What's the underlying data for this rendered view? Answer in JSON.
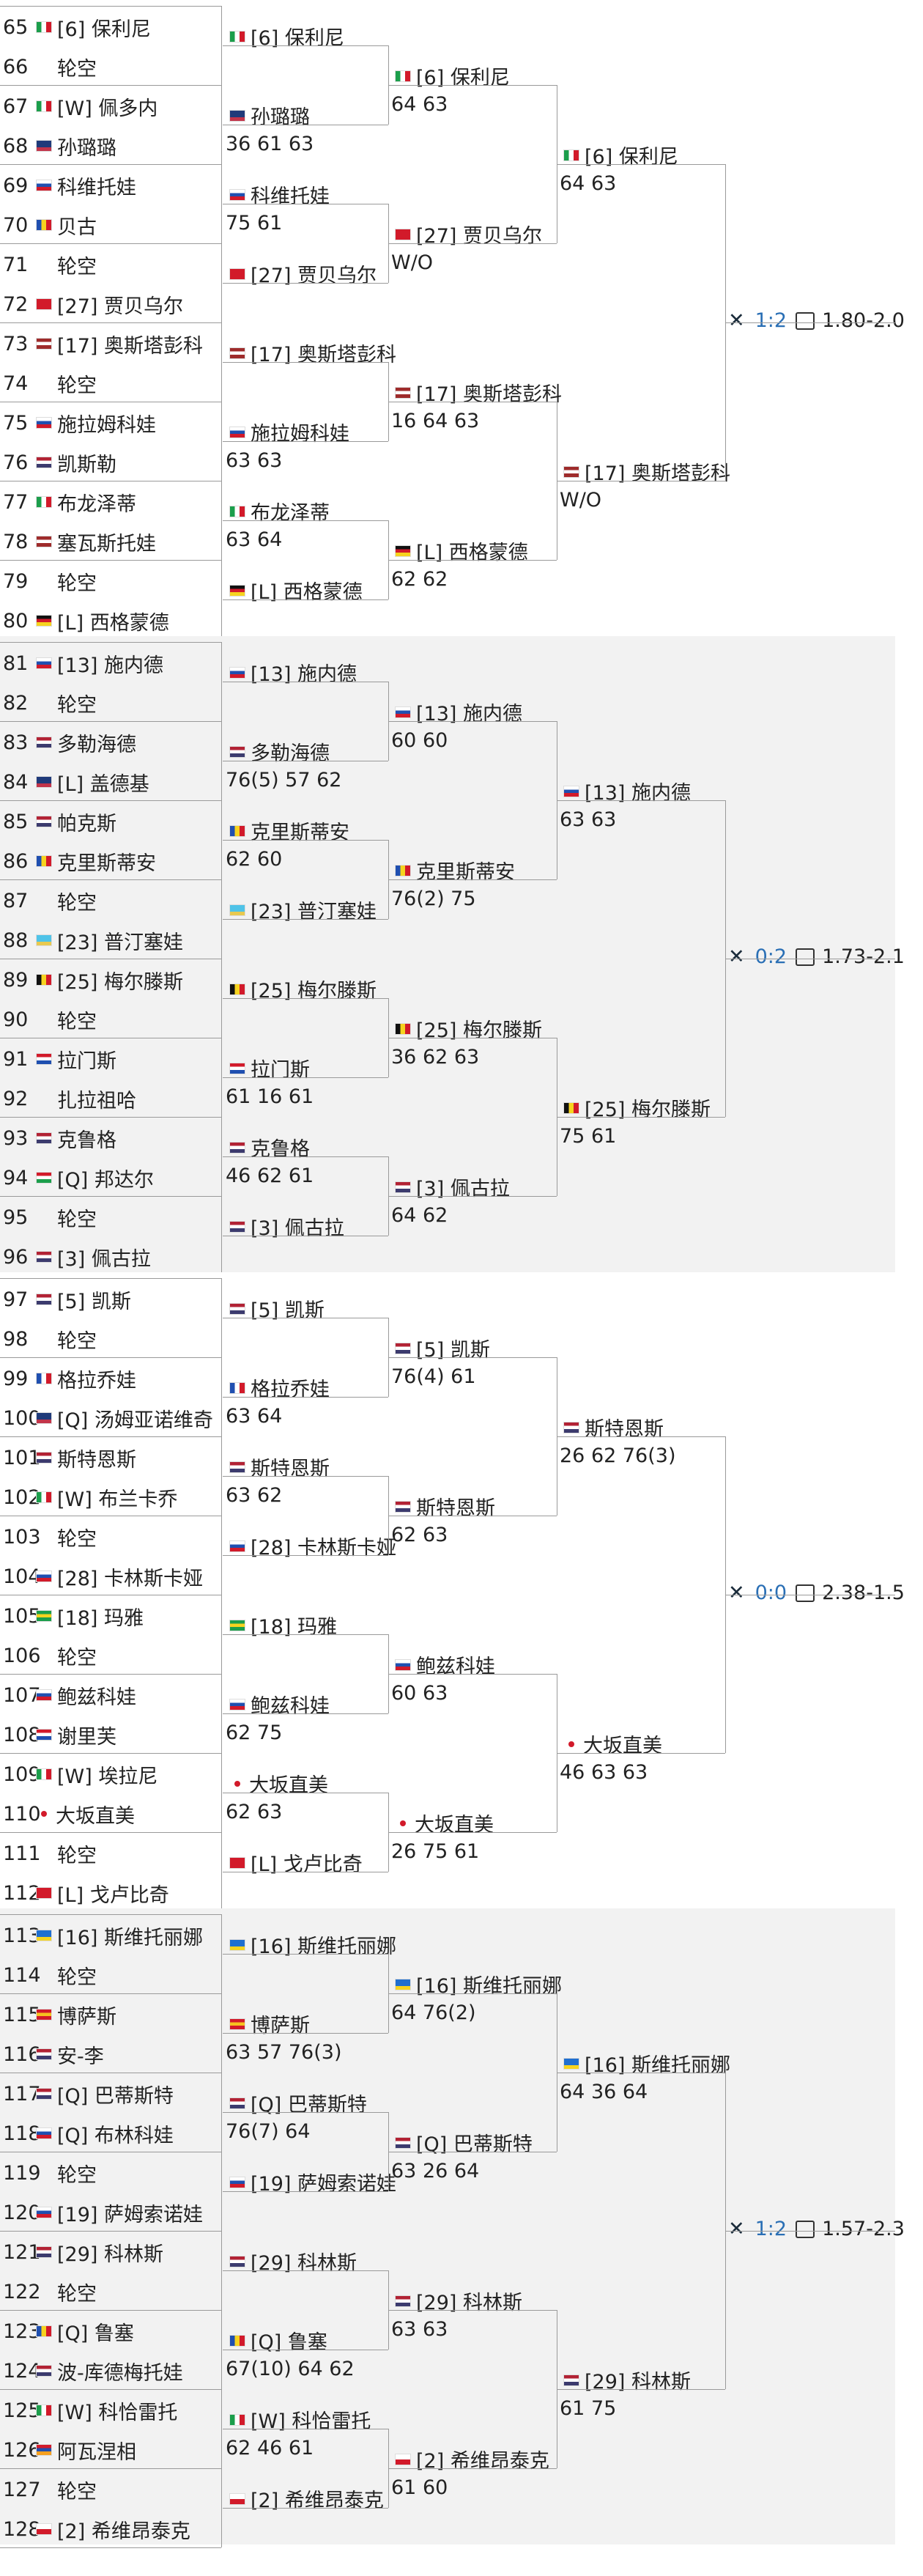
{
  "colors": {
    "bg_band": "#f2f2f2",
    "line": "#9a9a9a",
    "h2h": "#2a6fb5"
  },
  "flags": {
    "it": [
      "#1b9e4b",
      "#ffffff",
      "#d21a2a"
    ],
    "fr": [
      "#1f4fb0",
      "#ffffff",
      "#d21a2a"
    ],
    "be": [
      "#111111",
      "#f6d31f",
      "#d21a2a"
    ],
    "ro": [
      "#1f4fb0",
      "#f6d31f",
      "#d21a2a"
    ],
    "de": [
      "#111111",
      "#d21a2a",
      "#f6d31f"
    ],
    "ru": [
      "#ffffff",
      "#1f4fb0",
      "#d21a2a"
    ],
    "nl": [
      "#d21a2a",
      "#ffffff",
      "#1f4fb0"
    ],
    "lv": [
      "#9e2b2b",
      "#ffffff",
      "#9e2b2b"
    ],
    "us": [
      "#b22234",
      "#ffffff",
      "#3c3b6e"
    ],
    "cz": [
      "#ffffff",
      "#1f4fb0",
      "#d21a2a"
    ],
    "sk": [
      "#ffffff",
      "#1f4fb0",
      "#d21a2a"
    ],
    "au": [
      "#1f3a7a",
      "#1f3a7a",
      "#c2344a"
    ],
    "ch": [
      "#d21a2a",
      "#d21a2a",
      "#d21a2a"
    ],
    "tn": [
      "#d21a2a",
      "#d21a2a",
      "#d21a2a"
    ],
    "ua": [
      "#1f6fd0",
      "#1f6fd0",
      "#f6d31f"
    ],
    "es": [
      "#d21a2a",
      "#f6c21f",
      "#d21a2a"
    ],
    "br": [
      "#1b9e4b",
      "#f6d31f",
      "#1b9e4b"
    ],
    "kz": [
      "#4fc3e8",
      "#4fc3e8",
      "#e8c94f"
    ],
    "hu": [
      "#d21a2a",
      "#ffffff",
      "#1b9e4b"
    ],
    "co": [
      "#f6d31f",
      "#1f4fb0",
      "#d21a2a"
    ],
    "ro2": [
      "#1f4fb0",
      "#f6d31f",
      "#d21a2a"
    ],
    "am": [
      "#d21a2a",
      "#1f4fb0",
      "#f6a01f"
    ]
  },
  "bands": [
    {
      "r1": [
        {
          "n": "65",
          "f": "it",
          "t": "[6] 保利尼"
        },
        {
          "n": "66",
          "f": "",
          "t": "轮空"
        },
        {
          "n": "67",
          "f": "it",
          "t": "[W] 佩多内"
        },
        {
          "n": "68",
          "f": "au",
          "t": "孙璐璐"
        },
        {
          "n": "69",
          "f": "cz",
          "t": "科维托娃"
        },
        {
          "n": "70",
          "f": "ro",
          "t": "贝古"
        },
        {
          "n": "71",
          "f": "",
          "t": "轮空"
        },
        {
          "n": "72",
          "f": "tn",
          "t": "[27] 贾贝乌尔"
        },
        {
          "n": "73",
          "f": "lv",
          "t": "[17] 奥斯塔彭科"
        },
        {
          "n": "74",
          "f": "",
          "t": "轮空"
        },
        {
          "n": "75",
          "f": "sk",
          "t": "施拉姆科娃"
        },
        {
          "n": "76",
          "f": "us",
          "t": "凯斯勒"
        },
        {
          "n": "77",
          "f": "it",
          "t": "布龙泽蒂"
        },
        {
          "n": "78",
          "f": "lv",
          "t": "塞瓦斯托娃"
        },
        {
          "n": "79",
          "f": "",
          "t": "轮空"
        },
        {
          "n": "80",
          "f": "de",
          "t": "[L] 西格蒙德"
        }
      ],
      "r2": [
        {
          "f": "it",
          "t": "[6] 保利尼",
          "s": ""
        },
        {
          "f": "au",
          "t": "孙璐璐",
          "s": "36 61 63"
        },
        {
          "f": "cz",
          "t": "科维托娃",
          "s": "75 61"
        },
        {
          "f": "tn",
          "t": "[27] 贾贝乌尔",
          "s": ""
        },
        {
          "f": "lv",
          "t": "[17] 奥斯塔彭科",
          "s": ""
        },
        {
          "f": "sk",
          "t": "施拉姆科娃",
          "s": "63 63"
        },
        {
          "f": "it",
          "t": "布龙泽蒂",
          "s": "63 64"
        },
        {
          "f": "de",
          "t": "[L] 西格蒙德",
          "s": ""
        }
      ],
      "r3": [
        {
          "f": "it",
          "t": "[6] 保利尼",
          "s": "64 63"
        },
        {
          "f": "tn",
          "t": "[27] 贾贝乌尔",
          "s": "W/O"
        },
        {
          "f": "lv",
          "t": "[17] 奥斯塔彭科",
          "s": "16 64 63"
        },
        {
          "f": "de",
          "t": "[L] 西格蒙德",
          "s": "62 62"
        }
      ],
      "r4": [
        {
          "f": "it",
          "t": "[6] 保利尼",
          "s": "64 63"
        },
        {
          "f": "lv",
          "t": "[17] 奥斯塔彭科",
          "s": "W/O"
        }
      ],
      "odds": {
        "h2h": "1:2",
        "odds": "1.80-2.0"
      }
    },
    {
      "r1": [
        {
          "n": "81",
          "f": "ru",
          "t": "[13] 施内德"
        },
        {
          "n": "82",
          "f": "",
          "t": "轮空"
        },
        {
          "n": "83",
          "f": "us",
          "t": "多勒海德"
        },
        {
          "n": "84",
          "f": "au",
          "t": "[L] 盖德基"
        },
        {
          "n": "85",
          "f": "us",
          "t": "帕克斯"
        },
        {
          "n": "86",
          "f": "ro",
          "t": "克里斯蒂安"
        },
        {
          "n": "87",
          "f": "",
          "t": "轮空"
        },
        {
          "n": "88",
          "f": "kz",
          "t": "[23] 普汀塞娃"
        },
        {
          "n": "89",
          "f": "be",
          "t": "[25] 梅尔滕斯"
        },
        {
          "n": "90",
          "f": "",
          "t": "轮空"
        },
        {
          "n": "91",
          "f": "nl",
          "t": "拉门斯"
        },
        {
          "n": "92",
          "f": "",
          "t": "扎拉祖哈"
        },
        {
          "n": "93",
          "f": "us",
          "t": "克鲁格"
        },
        {
          "n": "94",
          "f": "hu",
          "t": "[Q] 邦达尔"
        },
        {
          "n": "95",
          "f": "",
          "t": "轮空"
        },
        {
          "n": "96",
          "f": "us",
          "t": "[3] 佩古拉"
        }
      ],
      "r2": [
        {
          "f": "ru",
          "t": "[13] 施内德",
          "s": ""
        },
        {
          "f": "us",
          "t": "多勒海德",
          "s": "76(5) 57 62"
        },
        {
          "f": "ro",
          "t": "克里斯蒂安",
          "s": "62 60"
        },
        {
          "f": "kz",
          "t": "[23] 普汀塞娃",
          "s": ""
        },
        {
          "f": "be",
          "t": "[25] 梅尔滕斯",
          "s": ""
        },
        {
          "f": "nl",
          "t": "拉门斯",
          "s": "61 16 61"
        },
        {
          "f": "us",
          "t": "克鲁格",
          "s": "46 62 61"
        },
        {
          "f": "us",
          "t": "[3] 佩古拉",
          "s": ""
        }
      ],
      "r3": [
        {
          "f": "ru",
          "t": "[13] 施内德",
          "s": "60 60"
        },
        {
          "f": "ro",
          "t": "克里斯蒂安",
          "s": "76(2) 75"
        },
        {
          "f": "be",
          "t": "[25] 梅尔滕斯",
          "s": "36 62 63"
        },
        {
          "f": "us",
          "t": "[3] 佩古拉",
          "s": "64 62"
        }
      ],
      "r4": [
        {
          "f": "ru",
          "t": "[13] 施内德",
          "s": "63 63"
        },
        {
          "f": "be",
          "t": "[25] 梅尔滕斯",
          "s": "75 61"
        }
      ],
      "odds": {
        "h2h": "0:2",
        "odds": "1.73-2.1"
      }
    },
    {
      "r1": [
        {
          "n": "97",
          "f": "us",
          "t": "[5] 凯斯"
        },
        {
          "n": "98",
          "f": "",
          "t": "轮空"
        },
        {
          "n": "99",
          "f": "fr",
          "t": "格拉乔娃"
        },
        {
          "n": "100",
          "f": "au",
          "t": "[Q] 汤姆亚诺维奇"
        },
        {
          "n": "101",
          "f": "us",
          "t": "斯特恩斯"
        },
        {
          "n": "102",
          "f": "it",
          "t": "[W] 布兰卡乔"
        },
        {
          "n": "103",
          "f": "",
          "t": "轮空"
        },
        {
          "n": "104",
          "f": "ru",
          "t": "[28] 卡林斯卡娅"
        },
        {
          "n": "105",
          "f": "br",
          "t": "[18] 玛雅"
        },
        {
          "n": "106",
          "f": "",
          "t": "轮空"
        },
        {
          "n": "107",
          "f": "cz",
          "t": "鲍兹科娃"
        },
        {
          "n": "108",
          "f": "nl",
          "t": "谢里芙"
        },
        {
          "n": "109",
          "f": "it",
          "t": "[W] 埃拉尼"
        },
        {
          "n": "110",
          "f": "dot",
          "t": "大坂直美"
        },
        {
          "n": "111",
          "f": "",
          "t": "轮空"
        },
        {
          "n": "112",
          "f": "ch",
          "t": "[L] 戈卢比奇"
        }
      ],
      "r2": [
        {
          "f": "us",
          "t": "[5] 凯斯",
          "s": ""
        },
        {
          "f": "fr",
          "t": "格拉乔娃",
          "s": "63 64"
        },
        {
          "f": "us",
          "t": "斯特恩斯",
          "s": "63 62"
        },
        {
          "f": "ru",
          "t": "[28] 卡林斯卡娅",
          "s": ""
        },
        {
          "f": "br",
          "t": "[18] 玛雅",
          "s": ""
        },
        {
          "f": "cz",
          "t": "鲍兹科娃",
          "s": "62 75"
        },
        {
          "f": "dot",
          "t": "大坂直美",
          "s": "62 63"
        },
        {
          "f": "ch",
          "t": "[L] 戈卢比奇",
          "s": ""
        }
      ],
      "r3": [
        {
          "f": "us",
          "t": "[5] 凯斯",
          "s": "76(4) 61"
        },
        {
          "f": "us",
          "t": "斯特恩斯",
          "s": "62 63"
        },
        {
          "f": "cz",
          "t": "鲍兹科娃",
          "s": "60 63"
        },
        {
          "f": "dot",
          "t": "大坂直美",
          "s": "26 75 61"
        }
      ],
      "r4": [
        {
          "f": "us",
          "t": "斯特恩斯",
          "s": "26 62 76(3)"
        },
        {
          "f": "dot",
          "t": "大坂直美",
          "s": "46 63 63"
        }
      ],
      "odds": {
        "h2h": "0:0",
        "odds": "2.38-1.5"
      }
    },
    {
      "r1": [
        {
          "n": "113",
          "f": "ua",
          "t": "[16] 斯维托丽娜"
        },
        {
          "n": "114",
          "f": "",
          "t": "轮空"
        },
        {
          "n": "115",
          "f": "es",
          "t": "博萨斯"
        },
        {
          "n": "116",
          "f": "us",
          "t": "安-李"
        },
        {
          "n": "117",
          "f": "us",
          "t": "[Q] 巴蒂斯特"
        },
        {
          "n": "118",
          "f": "ru",
          "t": "[Q] 布林科娃"
        },
        {
          "n": "119",
          "f": "",
          "t": "轮空"
        },
        {
          "n": "120",
          "f": "ru",
          "t": "[19] 萨姆索诺娃"
        },
        {
          "n": "121",
          "f": "us",
          "t": "[29] 科林斯"
        },
        {
          "n": "122",
          "f": "",
          "t": "轮空"
        },
        {
          "n": "123",
          "f": "ro",
          "t": "[Q] 鲁塞"
        },
        {
          "n": "124",
          "f": "us",
          "t": "波-库德梅托娃"
        },
        {
          "n": "125",
          "f": "it",
          "t": "[W] 科恰雷托"
        },
        {
          "n": "126",
          "f": "am",
          "t": "阿瓦涅相"
        },
        {
          "n": "127",
          "f": "",
          "t": "轮空"
        },
        {
          "n": "128",
          "f": "pl",
          "t": "[2] 希维昂泰克"
        }
      ],
      "r2": [
        {
          "f": "ua",
          "t": "[16] 斯维托丽娜",
          "s": ""
        },
        {
          "f": "es",
          "t": "博萨斯",
          "s": "63 57 76(3)"
        },
        {
          "f": "us",
          "t": "[Q] 巴蒂斯特",
          "s": "76(7) 64"
        },
        {
          "f": "ru",
          "t": "[19] 萨姆索诺娃",
          "s": ""
        },
        {
          "f": "us",
          "t": "[29] 科林斯",
          "s": ""
        },
        {
          "f": "ro",
          "t": "[Q] 鲁塞",
          "s": "67(10) 64 62"
        },
        {
          "f": "it",
          "t": "[W] 科恰雷托",
          "s": "62 46 61"
        },
        {
          "f": "pl",
          "t": "[2] 希维昂泰克",
          "s": ""
        }
      ],
      "r3": [
        {
          "f": "ua",
          "t": "[16] 斯维托丽娜",
          "s": "64 76(2)"
        },
        {
          "f": "us",
          "t": "[Q] 巴蒂斯特",
          "s": "63 26 64"
        },
        {
          "f": "us",
          "t": "[29] 科林斯",
          "s": "63 63"
        },
        {
          "f": "pl",
          "t": "[2] 希维昂泰克",
          "s": "61 60"
        }
      ],
      "r4": [
        {
          "f": "ua",
          "t": "[16] 斯维托丽娜",
          "s": "64 36 64"
        },
        {
          "f": "us",
          "t": "[29] 科林斯",
          "s": "61 75"
        }
      ],
      "odds": {
        "h2h": "1:2",
        "odds": "1.57-2.3"
      }
    }
  ]
}
